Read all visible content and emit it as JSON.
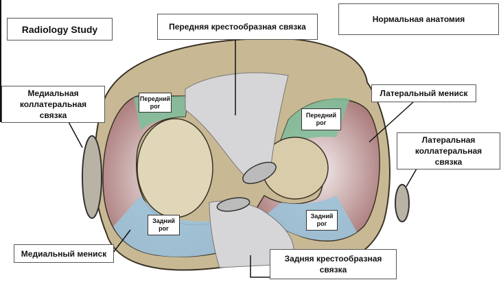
{
  "header": {
    "study_label": "Radiology Study",
    "title": "Нормальная анатомия"
  },
  "labels": {
    "acl": "Передняя крестообразная связка",
    "mcl": "Медиальная\nколлатеральная\nсвязка",
    "lateral_meniscus": "Латеральный мениск",
    "lcl": "Латеральная\nколлатеральная\nсвязка",
    "medial_meniscus": "Медиальный мениск",
    "pcl": "Задняя крестообразная\nсвязка",
    "anterior_horn_medial": "Передний\nрог",
    "anterior_horn_lateral": "Передний\nрог",
    "posterior_horn_medial": "Задний\nрог",
    "posterior_horn_lateral": "Задний\nрог"
  },
  "colors": {
    "plateau": "#c8b994",
    "meniscus_body": "#b88a88",
    "anterior_horn": "#7fbf9a",
    "posterior_horn": "#9cc3d8",
    "ligament": "#d6d6d8"
  }
}
